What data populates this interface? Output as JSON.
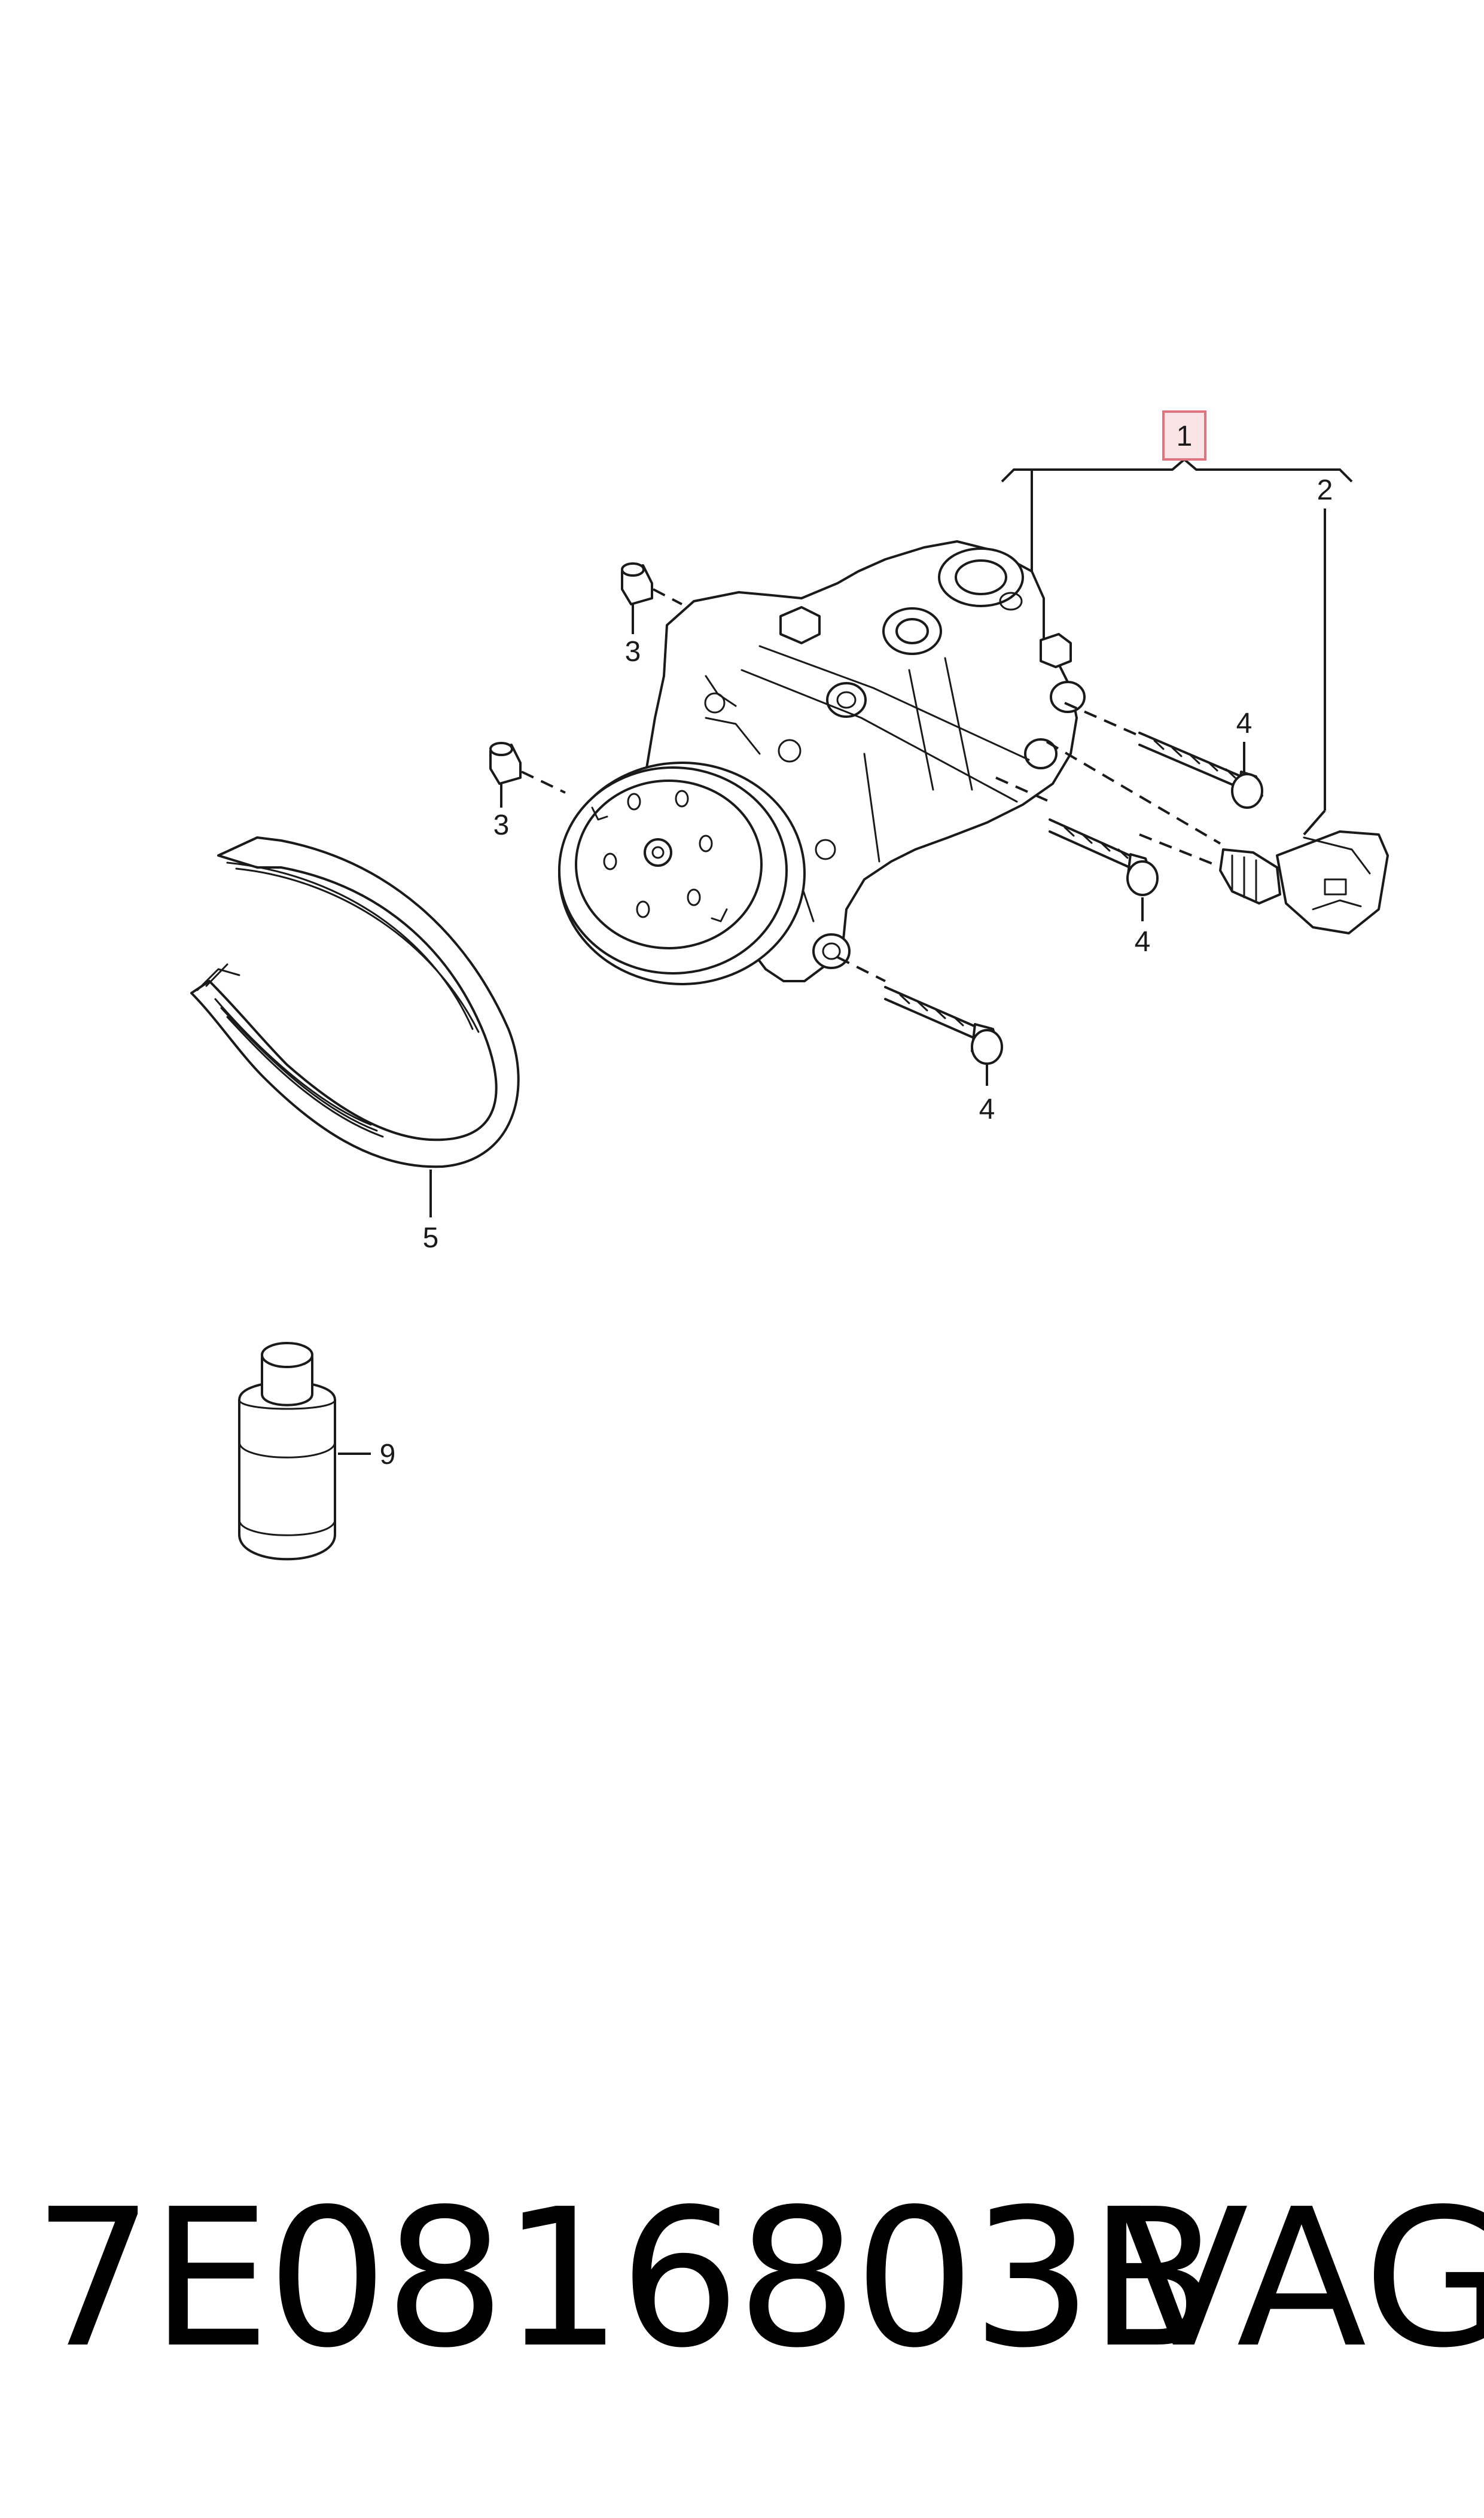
{
  "diagram": {
    "callouts": {
      "c1": "1",
      "c2": "2",
      "c3a": "3",
      "c3b": "3",
      "c4a": "4",
      "c4b": "4",
      "c4c": "4",
      "c5": "5",
      "c9": "9"
    },
    "highlight_color": "#e0737e"
  },
  "footer": {
    "part_number": "7E0816803B",
    "brand": "VAG"
  }
}
